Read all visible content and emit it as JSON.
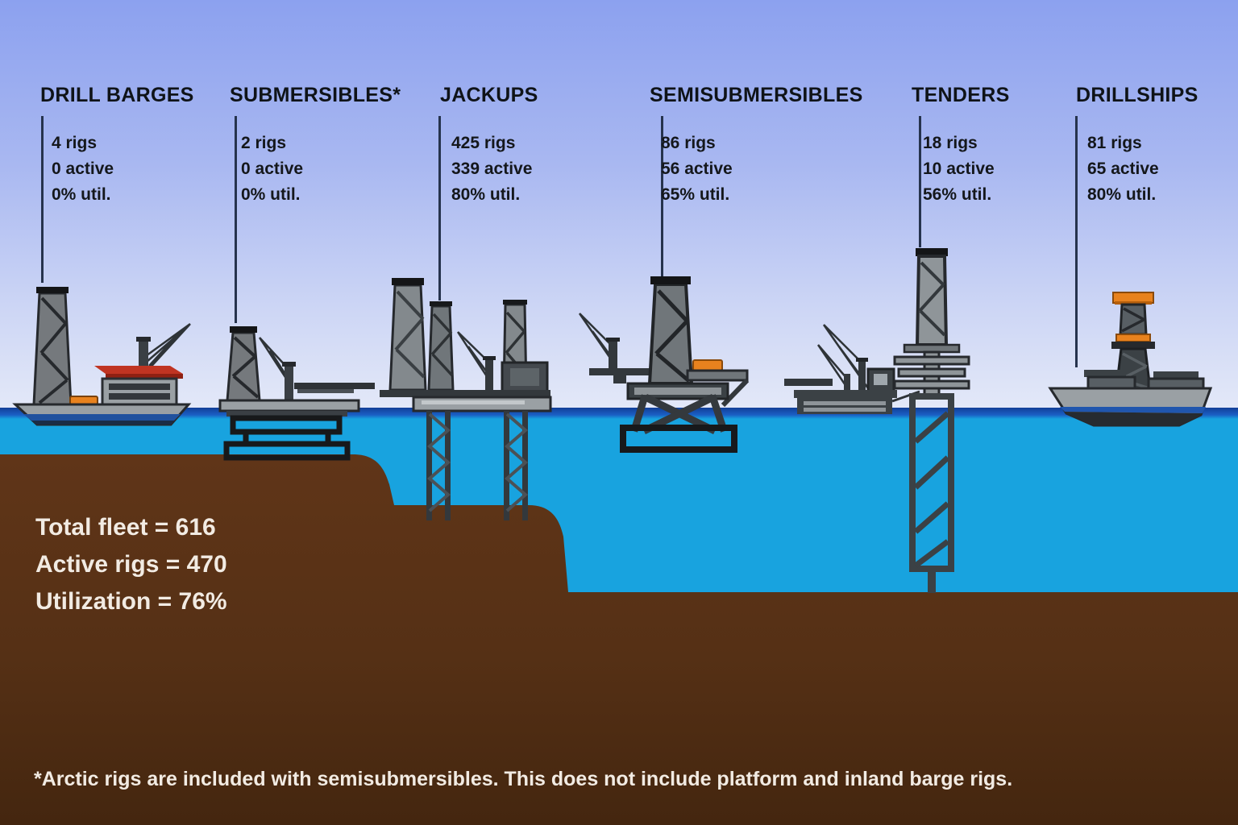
{
  "categories": [
    {
      "name": "DRILL BARGES",
      "rigs_label": "4 rigs",
      "active_label": "0 active",
      "util_label": "0% util.",
      "rigs": 4,
      "active": 0,
      "utilization_pct": 0
    },
    {
      "name": "SUBMERSIBLES*",
      "rigs_label": "2 rigs",
      "active_label": "0 active",
      "util_label": "0% util.",
      "rigs": 2,
      "active": 0,
      "utilization_pct": 0
    },
    {
      "name": "JACKUPS",
      "rigs_label": "425 rigs",
      "active_label": "339 active",
      "util_label": "80% util.",
      "rigs": 425,
      "active": 339,
      "utilization_pct": 80
    },
    {
      "name": "SEMISUBMERSIBLES",
      "rigs_label": "86 rigs",
      "active_label": "56 active",
      "util_label": "65% util.",
      "rigs": 86,
      "active": 56,
      "utilization_pct": 65
    },
    {
      "name": "TENDERS",
      "rigs_label": "18 rigs",
      "active_label": "10 active",
      "util_label": "56% util.",
      "rigs": 18,
      "active": 10,
      "utilization_pct": 56
    },
    {
      "name": "DRILLSHIPS",
      "rigs_label": "81 rigs",
      "active_label": "65 active",
      "util_label": "80% util.",
      "rigs": 81,
      "active": 65,
      "utilization_pct": 80
    }
  ],
  "summary": {
    "total_fleet": "Total fleet = 616",
    "active_rigs": "Active rigs = 470",
    "utilization": "Utilization = 76%"
  },
  "footnote": "*Arctic rigs are included with semisubmersibles. This does not include platform and inland barge rigs.",
  "colors": {
    "sky_top": "#8CA1EF",
    "sky_horizon": "#E4E9F8",
    "water": "#18A3DF",
    "water_surface_stripe": "#1A5FC4",
    "seabed": "#5E3418",
    "seabed_dark": "#472810",
    "connector_line": "#26334D",
    "text_dark": "#14171B",
    "text_light": "#F2EBE3",
    "rig_orange": "#E8821E",
    "rig_red": "#C03422",
    "rig_gray": "#9AA0A4",
    "rig_dark": "#3B4145"
  },
  "chart_data": {
    "type": "table",
    "title": "Offshore drilling rig fleet by type",
    "categories": [
      "DRILL BARGES",
      "SUBMERSIBLES*",
      "JACKUPS",
      "SEMISUBMERSIBLES",
      "TENDERS",
      "DRILLSHIPS"
    ],
    "series": [
      {
        "name": "rigs",
        "values": [
          4,
          2,
          425,
          86,
          18,
          81
        ]
      },
      {
        "name": "active",
        "values": [
          0,
          0,
          339,
          56,
          10,
          65
        ]
      },
      {
        "name": "utilization_pct",
        "values": [
          0,
          0,
          80,
          65,
          56,
          80
        ]
      }
    ],
    "totals": {
      "total_fleet": 616,
      "active_rigs": 470,
      "utilization_pct": 76
    }
  }
}
